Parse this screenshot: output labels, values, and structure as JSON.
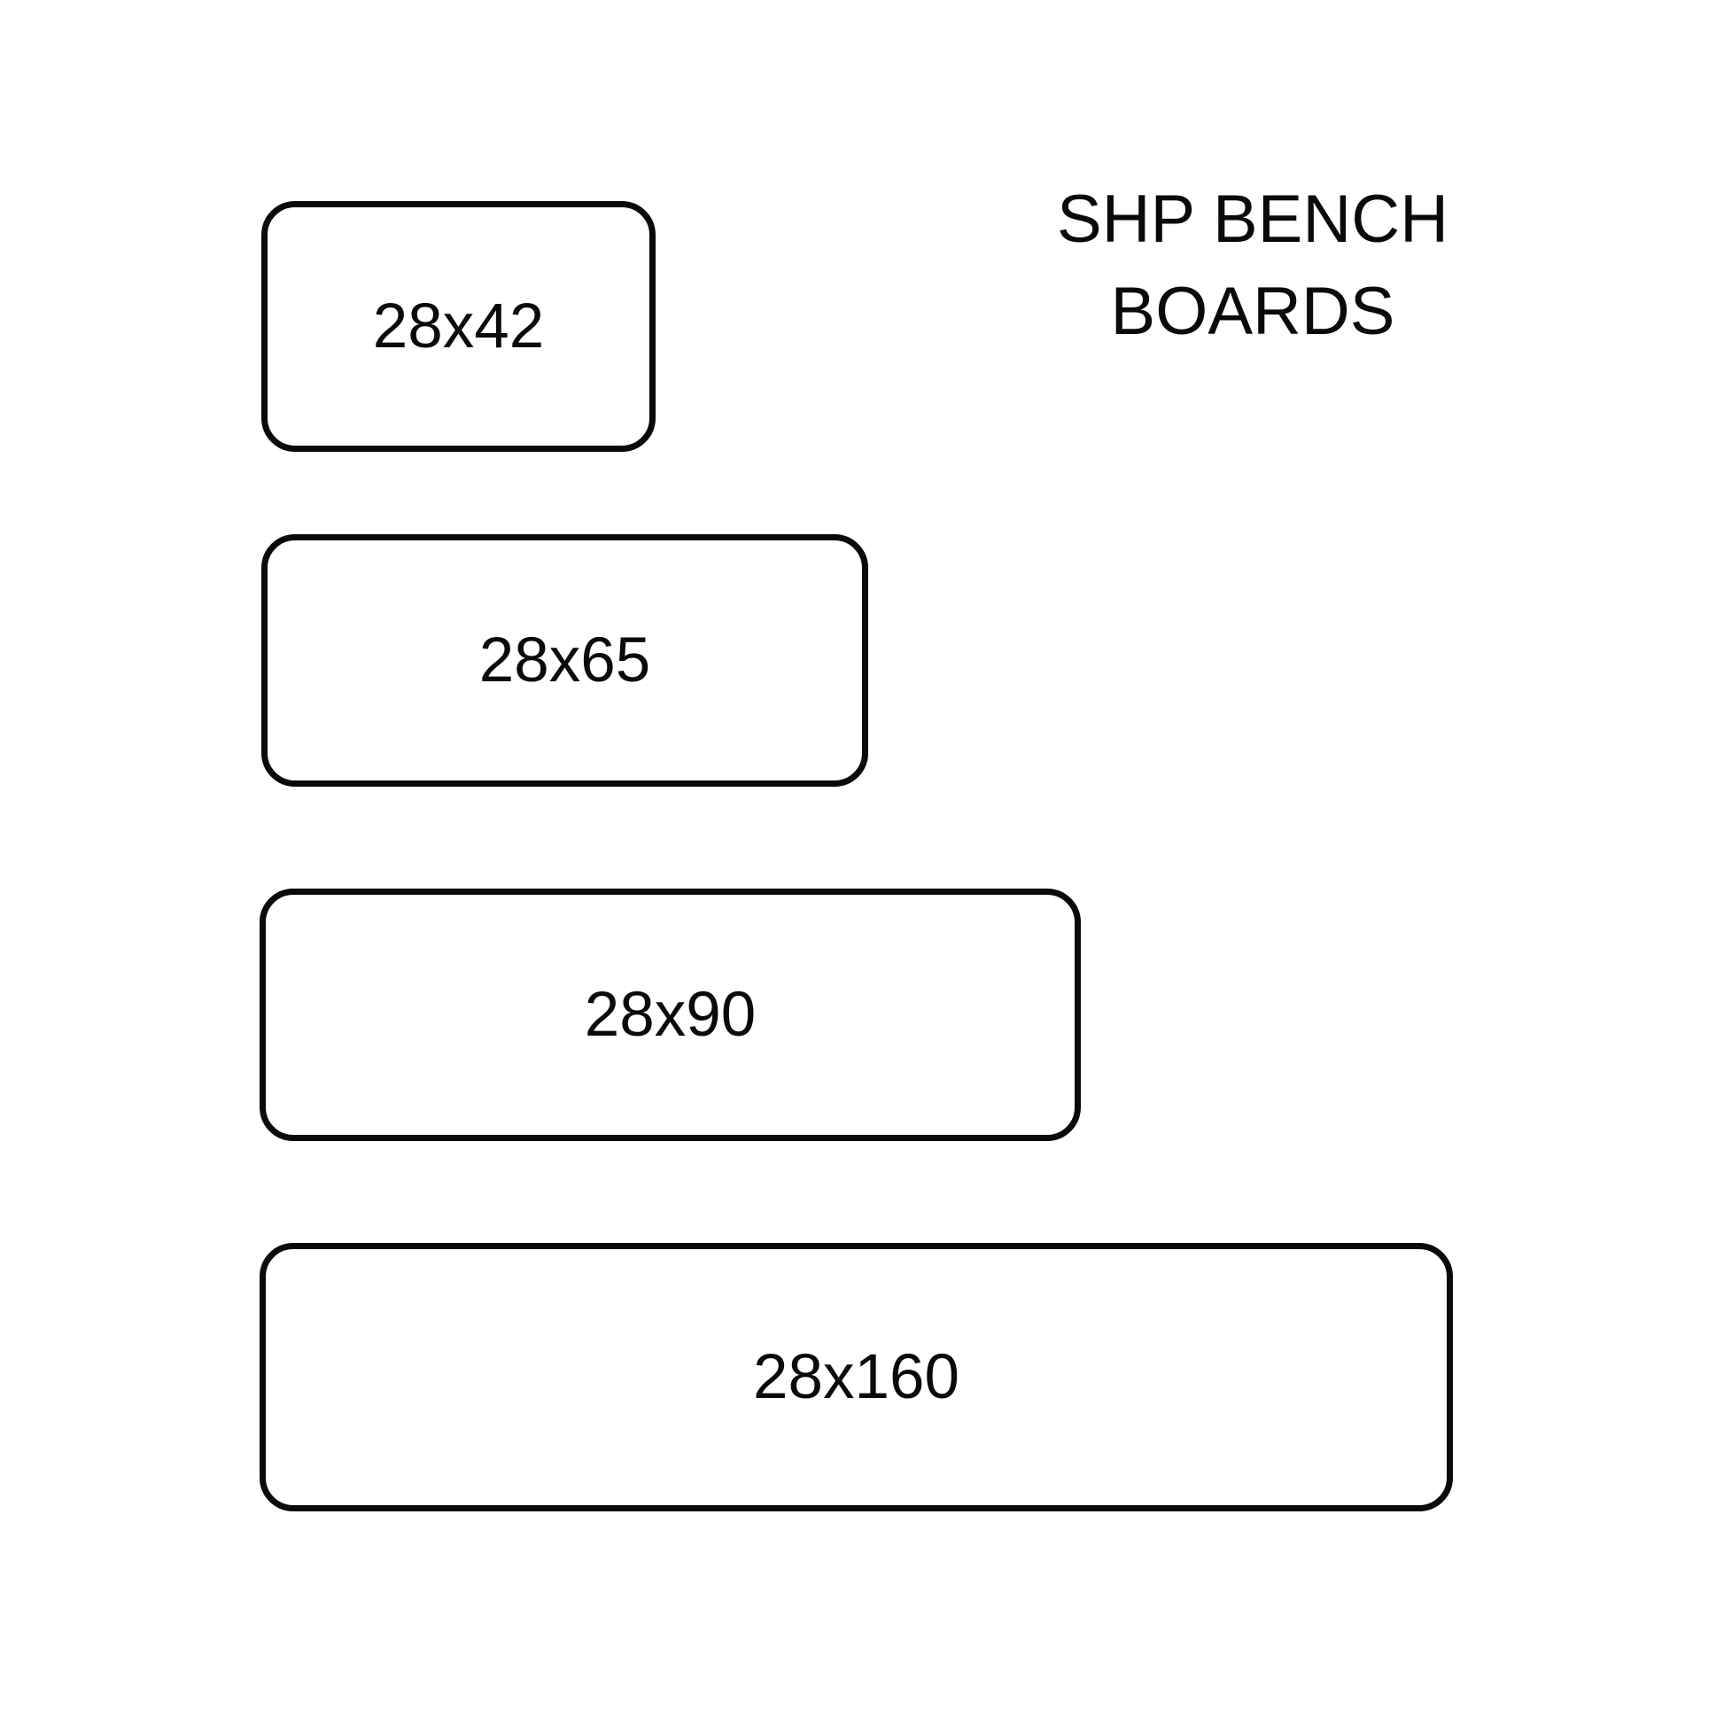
{
  "page": {
    "background_color": "#ffffff",
    "ink_color": "#0a0a0a"
  },
  "title": {
    "line1": "SHP BENCH",
    "line2": "BOARDS"
  },
  "boards": [
    {
      "label": "28x42"
    },
    {
      "label": "28x65"
    },
    {
      "label": "28x90"
    },
    {
      "label": "28x160"
    }
  ]
}
